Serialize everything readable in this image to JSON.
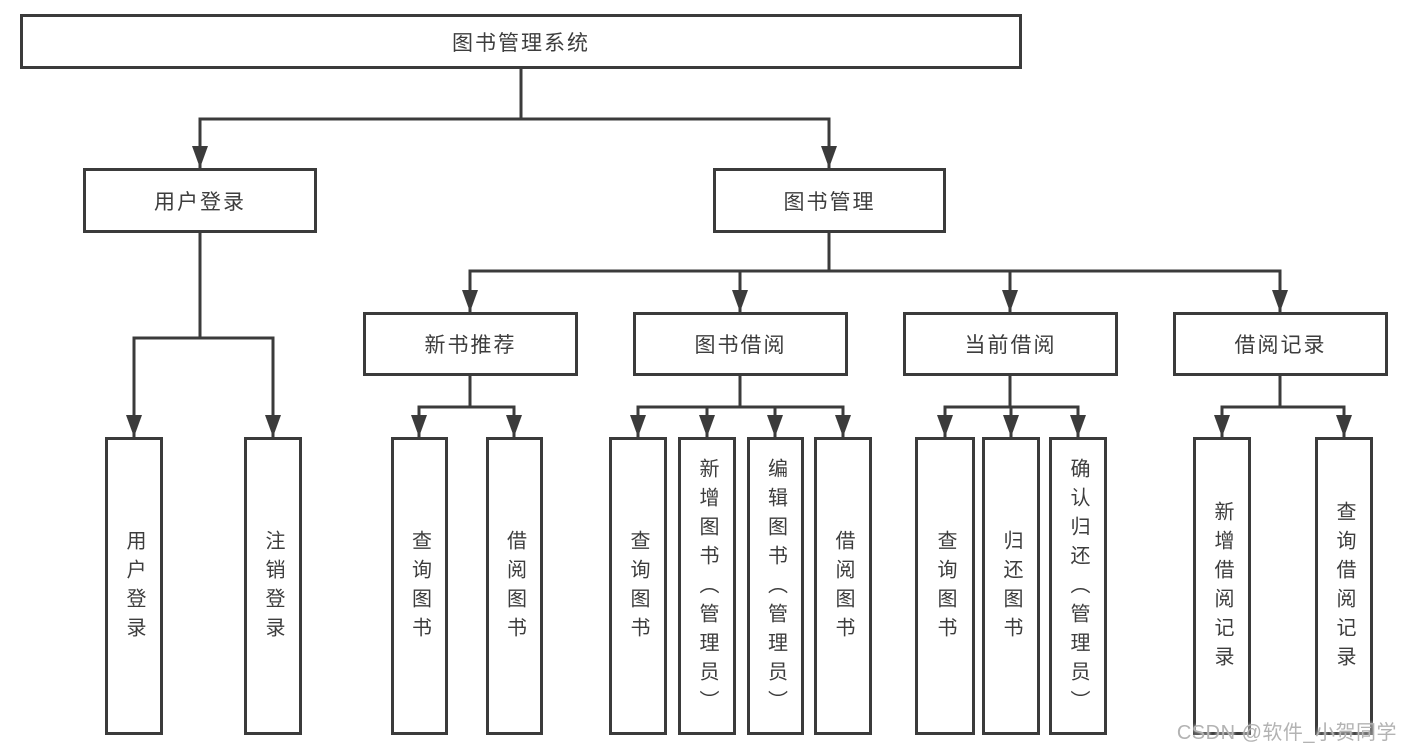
{
  "colors": {
    "line": "#3b3b3b",
    "box_border": "#3b3b3b",
    "text": "#3d3d3d",
    "watermark": "#b3b3b3",
    "background": "#ffffff"
  },
  "watermark": {
    "text": "CSDN @软件_小贺同学"
  },
  "diagram": {
    "root": {
      "label": "图书管理系统",
      "children": [
        {
          "label": "用户登录",
          "children": [
            {
              "label": "用户登录"
            },
            {
              "label": "注销登录"
            }
          ]
        },
        {
          "label": "图书管理",
          "children": [
            {
              "label": "新书推荐",
              "children": [
                {
                  "label": "查询图书"
                },
                {
                  "label": "借阅图书"
                }
              ]
            },
            {
              "label": "图书借阅",
              "children": [
                {
                  "label": "查询图书"
                },
                {
                  "label": "新增图书（管理员）"
                },
                {
                  "label": "编辑图书（管理员）"
                },
                {
                  "label": "借阅图书"
                }
              ]
            },
            {
              "label": "当前借阅",
              "children": [
                {
                  "label": "查询图书"
                },
                {
                  "label": "归还图书"
                },
                {
                  "label": "确认归还（管理员）"
                }
              ]
            },
            {
              "label": "借阅记录",
              "children": [
                {
                  "label": "新增借阅记录"
                },
                {
                  "label": "查询借阅记录"
                }
              ]
            }
          ]
        }
      ]
    }
  }
}
